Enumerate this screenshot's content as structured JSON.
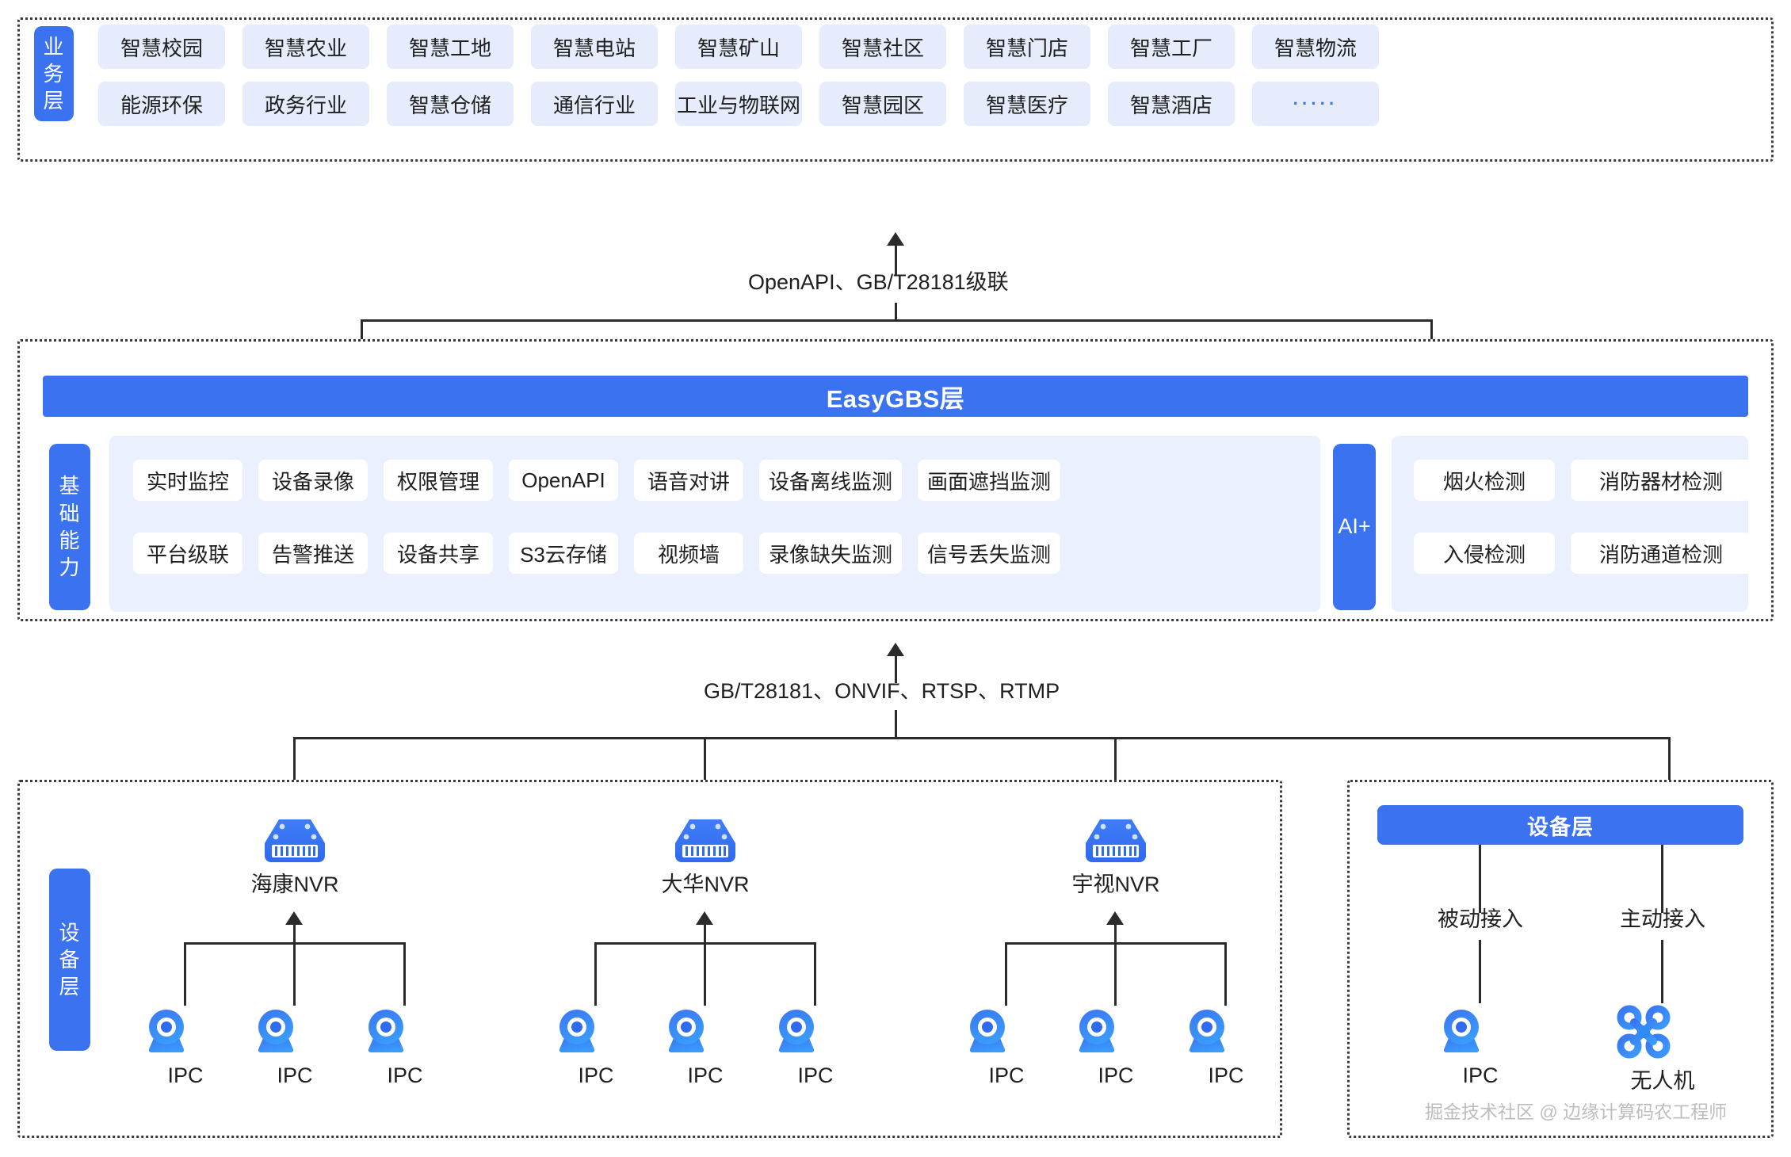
{
  "business_layer": {
    "tab_label": "业务层",
    "row1": [
      "智慧校园",
      "智慧农业",
      "智慧工地",
      "智慧电站",
      "智慧矿山",
      "智慧社区",
      "智慧门店",
      "智慧工厂",
      "智慧物流"
    ],
    "row2": [
      "能源环保",
      "政务行业",
      "智慧仓储",
      "通信行业",
      "工业与物联网",
      "智慧园区",
      "智慧医疗",
      "智慧酒店",
      "·····"
    ]
  },
  "connector_top": {
    "label": "OpenAPI、GB/T28181级联"
  },
  "connector_bottom": {
    "label": "GB/T28181、ONVIF、RTSP、RTMP"
  },
  "gbs_layer": {
    "title": "EasyGBS层",
    "capability_tab": "基础能力",
    "capabilities_row1": [
      "实时监控",
      "设备录像",
      "权限管理",
      "OpenAPI",
      "语音对讲",
      "设备离线监测",
      "画面遮挡监测"
    ],
    "capabilities_row2": [
      "平台级联",
      "告警推送",
      "设备共享",
      "S3云存储",
      "视频墙",
      "录像缺失监测",
      "信号丢失监测"
    ],
    "ai_tab": "AI+",
    "ai_row1": [
      "烟火检测",
      "消防器材检测"
    ],
    "ai_row2": [
      "入侵检测",
      "消防通道检测"
    ]
  },
  "device_layer": {
    "tab_label": "设备层",
    "nvr_groups": [
      {
        "name": "海康NVR",
        "children": [
          "IPC",
          "IPC",
          "IPC"
        ]
      },
      {
        "name": "大华NVR",
        "children": [
          "IPC",
          "IPC",
          "IPC"
        ]
      },
      {
        "name": "宇视NVR",
        "children": [
          "IPC",
          "IPC",
          "IPC"
        ]
      }
    ]
  },
  "device_layer_right": {
    "title": "设备层",
    "access_modes": [
      "被动接入",
      "主动接入"
    ],
    "nodes": [
      "IPC",
      "无人机"
    ]
  },
  "watermark": "掘金技术社区 @ 边缘计算码农工程师",
  "colors": {
    "brand_blue": "#3b72f0",
    "chip_blue": "#e6ecfb",
    "panel_blue": "#eaf0fd",
    "line": "#2b2b2b"
  }
}
